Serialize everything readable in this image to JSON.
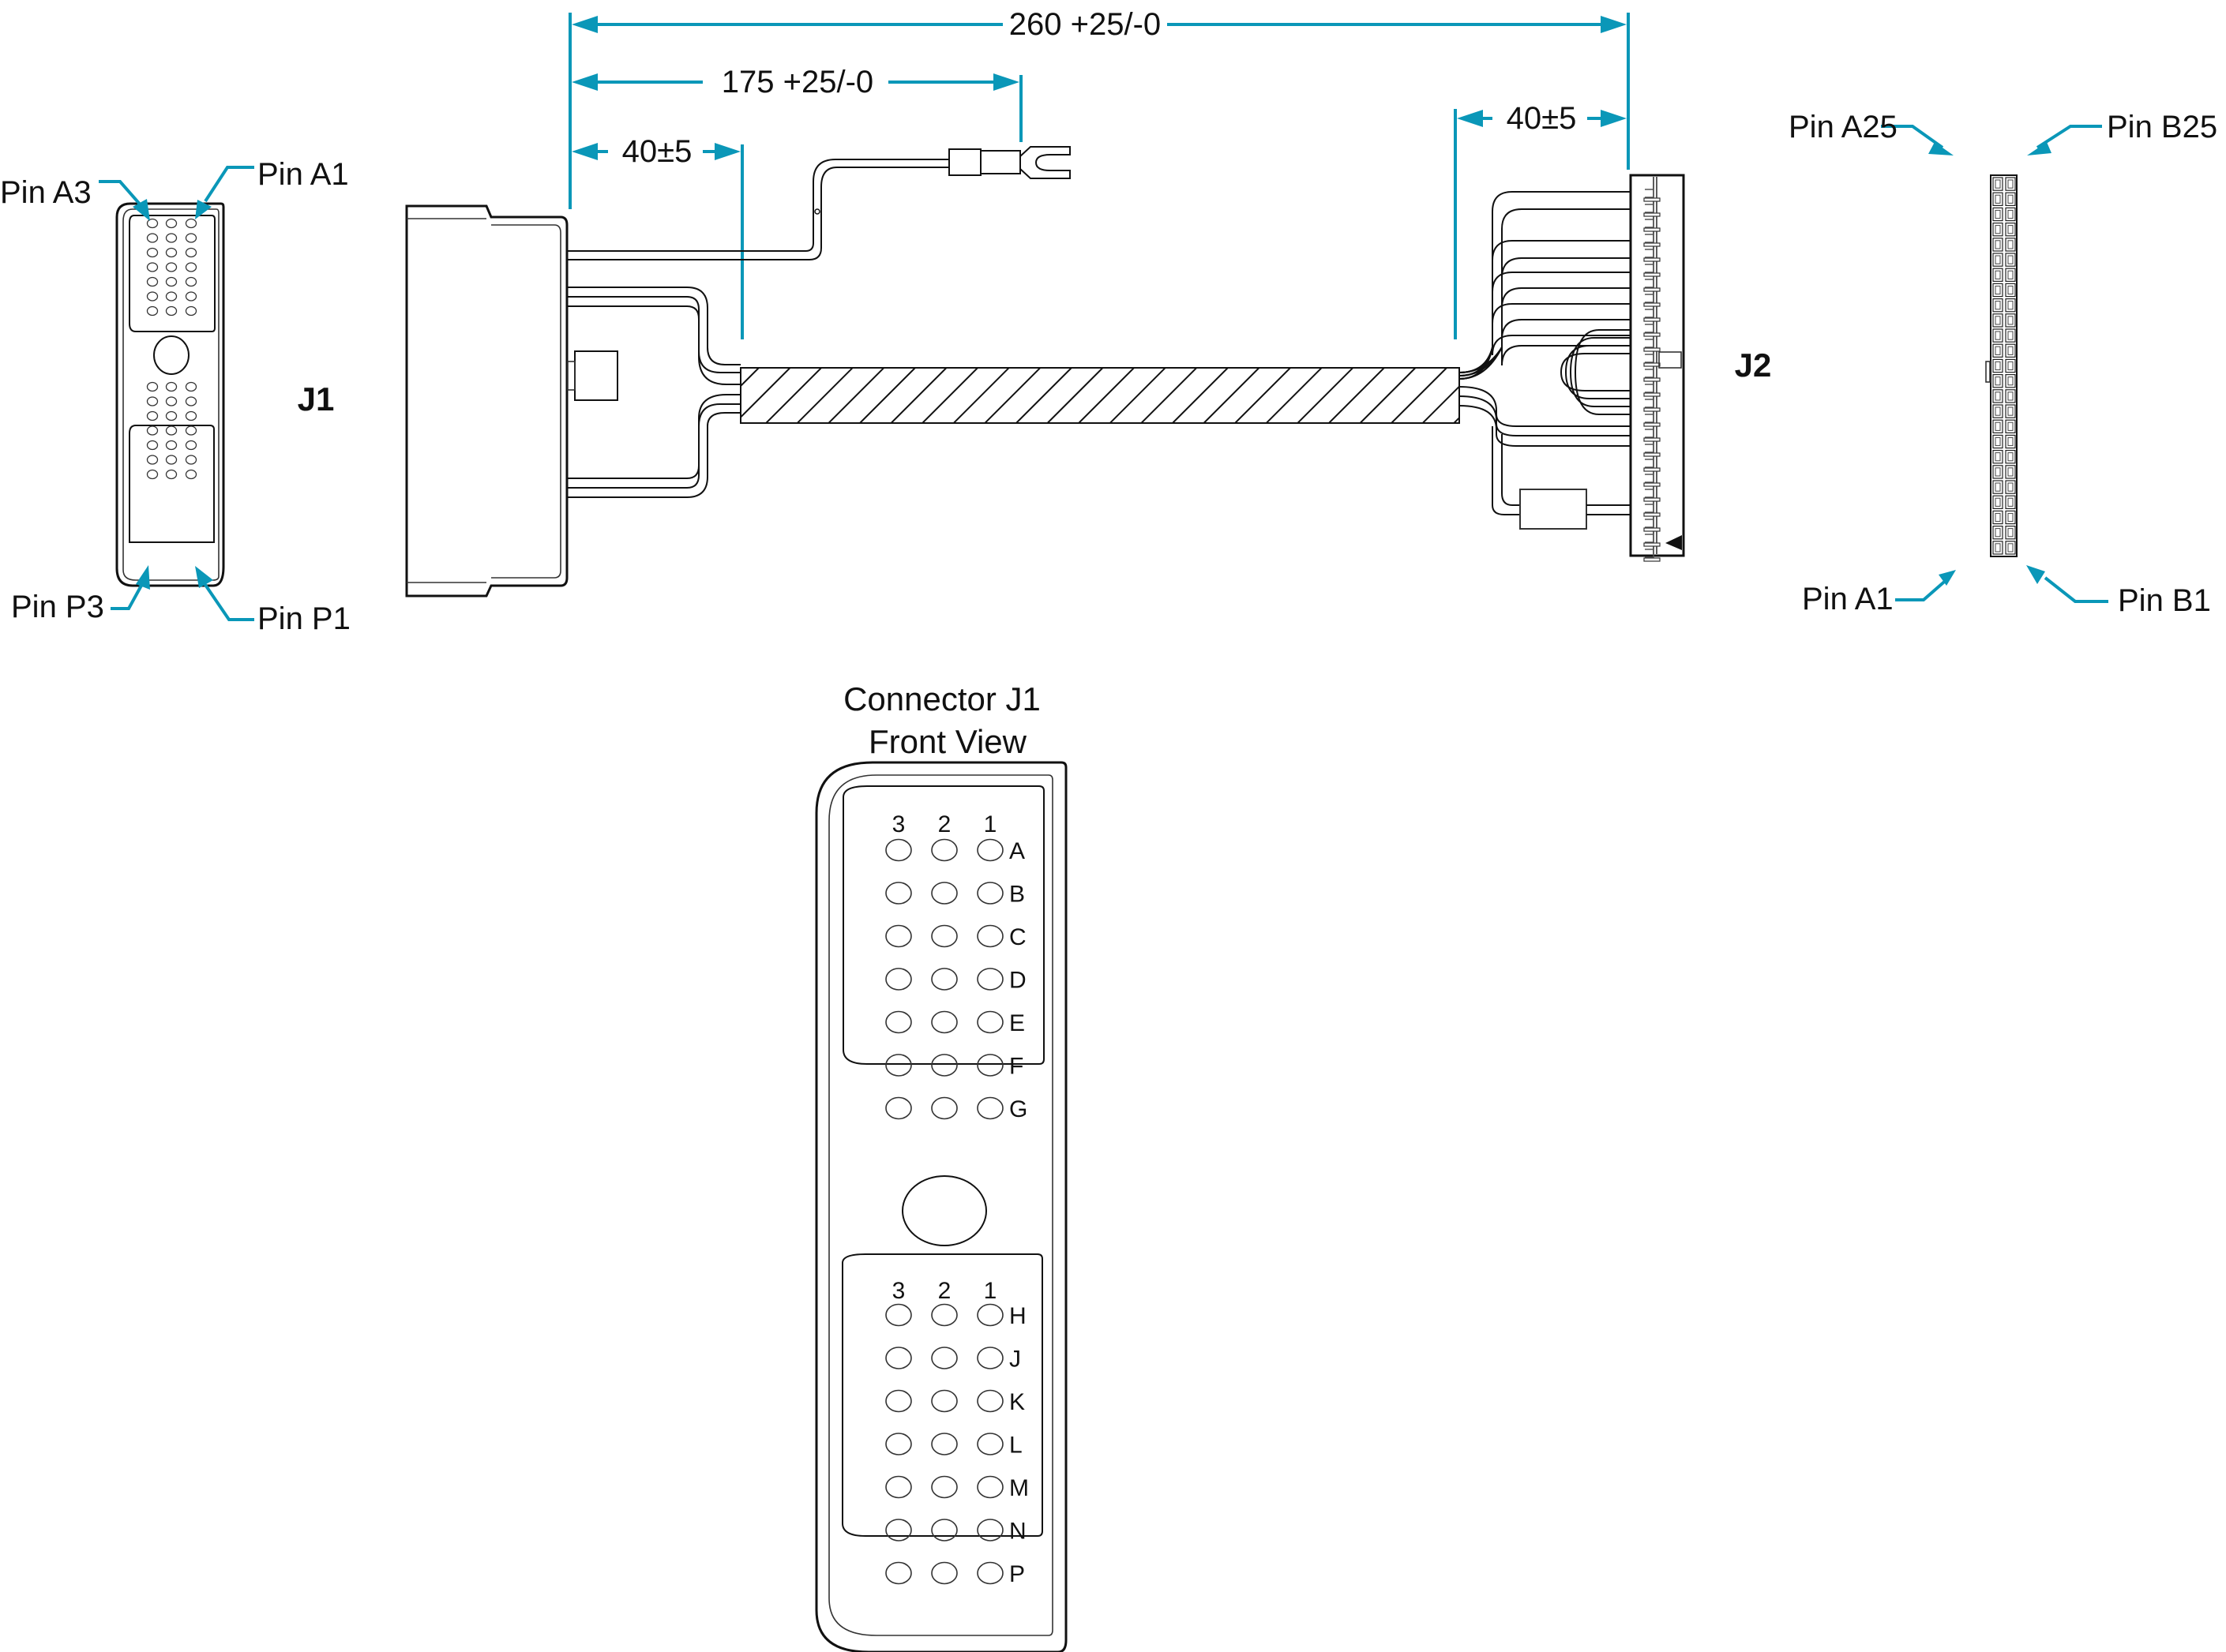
{
  "accent_color": "#0a97b8",
  "line_color": "#111111",
  "dimensions": {
    "overall": "260 +25/-0",
    "spade_lead": "175 +25/-0",
    "j1_breakout": "40±5",
    "j2_breakout": "40±5"
  },
  "j1_end": {
    "label": "J1",
    "callouts": {
      "top_left": "Pin A3",
      "top_right": "Pin A1",
      "bottom_left": "Pin P3",
      "bottom_right": "Pin P1"
    }
  },
  "j2_end": {
    "label": "J2",
    "callouts": {
      "top_left": "Pin A25",
      "top_right": "Pin B25",
      "bottom_left": "Pin A1",
      "bottom_right": "Pin B1"
    },
    "rows": 25,
    "columns": [
      "A",
      "B"
    ]
  },
  "front_view": {
    "title_line1": "Connector J1",
    "title_line2": "Front View",
    "column_labels": [
      "3",
      "2",
      "1"
    ],
    "upper_rows": [
      "A",
      "B",
      "C",
      "D",
      "E",
      "F",
      "G"
    ],
    "lower_rows": [
      "H",
      "J",
      "K",
      "L",
      "M",
      "N",
      "P"
    ]
  }
}
